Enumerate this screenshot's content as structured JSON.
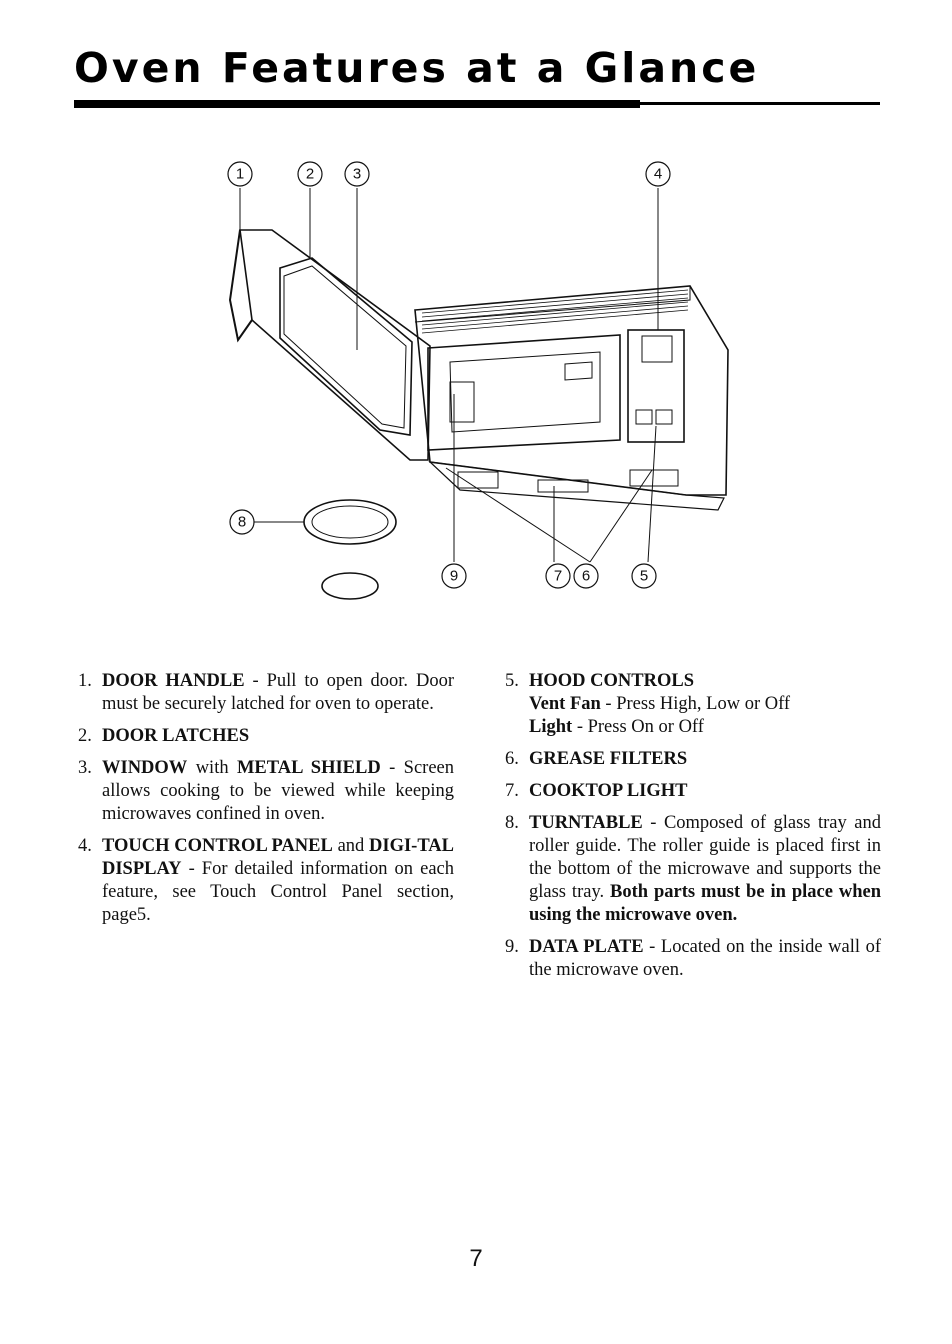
{
  "page": {
    "title": "Oven Features at a Glance",
    "page_number": "7"
  },
  "callouts": [
    "1",
    "2",
    "3",
    "4",
    "5",
    "6",
    "7",
    "8",
    "9"
  ],
  "features_left": [
    {
      "num": "1.",
      "label": "DOOR HANDLE",
      "sep": " - ",
      "text": "Pull to open door. Door must be securely latched for oven to operate."
    },
    {
      "num": "2.",
      "label": "DOOR LATCHES"
    },
    {
      "num": "3.",
      "label_a": "WINDOW",
      "mid": " with ",
      "label_b": "METAL SHIELD",
      "sep": " - ",
      "text": "Screen allows cooking to be viewed while keeping microwaves confined in oven."
    },
    {
      "num": "4.",
      "label_a": "TOUCH CONTROL PANEL",
      "mid": " and ",
      "label_b": "DIGI-TAL DISPLAY",
      "sep": " - ",
      "text": "For detailed information on each feature, see Touch Control Panel section, page5."
    }
  ],
  "features_right": [
    {
      "num": "5.",
      "label": "HOOD CONTROLS",
      "sub": [
        {
          "label": "Vent Fan",
          "sep": " - ",
          "text": "Press High, Low or Off"
        },
        {
          "label": "Light",
          "sep": " - ",
          "text": "Press On or Off"
        }
      ]
    },
    {
      "num": "6.",
      "label": "GREASE FILTERS"
    },
    {
      "num": "7.",
      "label": "COOKTOP LIGHT"
    },
    {
      "num": "8.",
      "label": "TURNTABLE",
      "sep": " - ",
      "text": "Composed of glass tray and roller guide. The roller guide is placed first in the bottom of the microwave and supports the glass tray.",
      "bold_text": " Both parts must be in place when using the microwave oven."
    },
    {
      "num": "9.",
      "label": "DATA PLATE",
      "sep": " - ",
      "text": "Located on the inside wall of the microwave oven."
    }
  ]
}
